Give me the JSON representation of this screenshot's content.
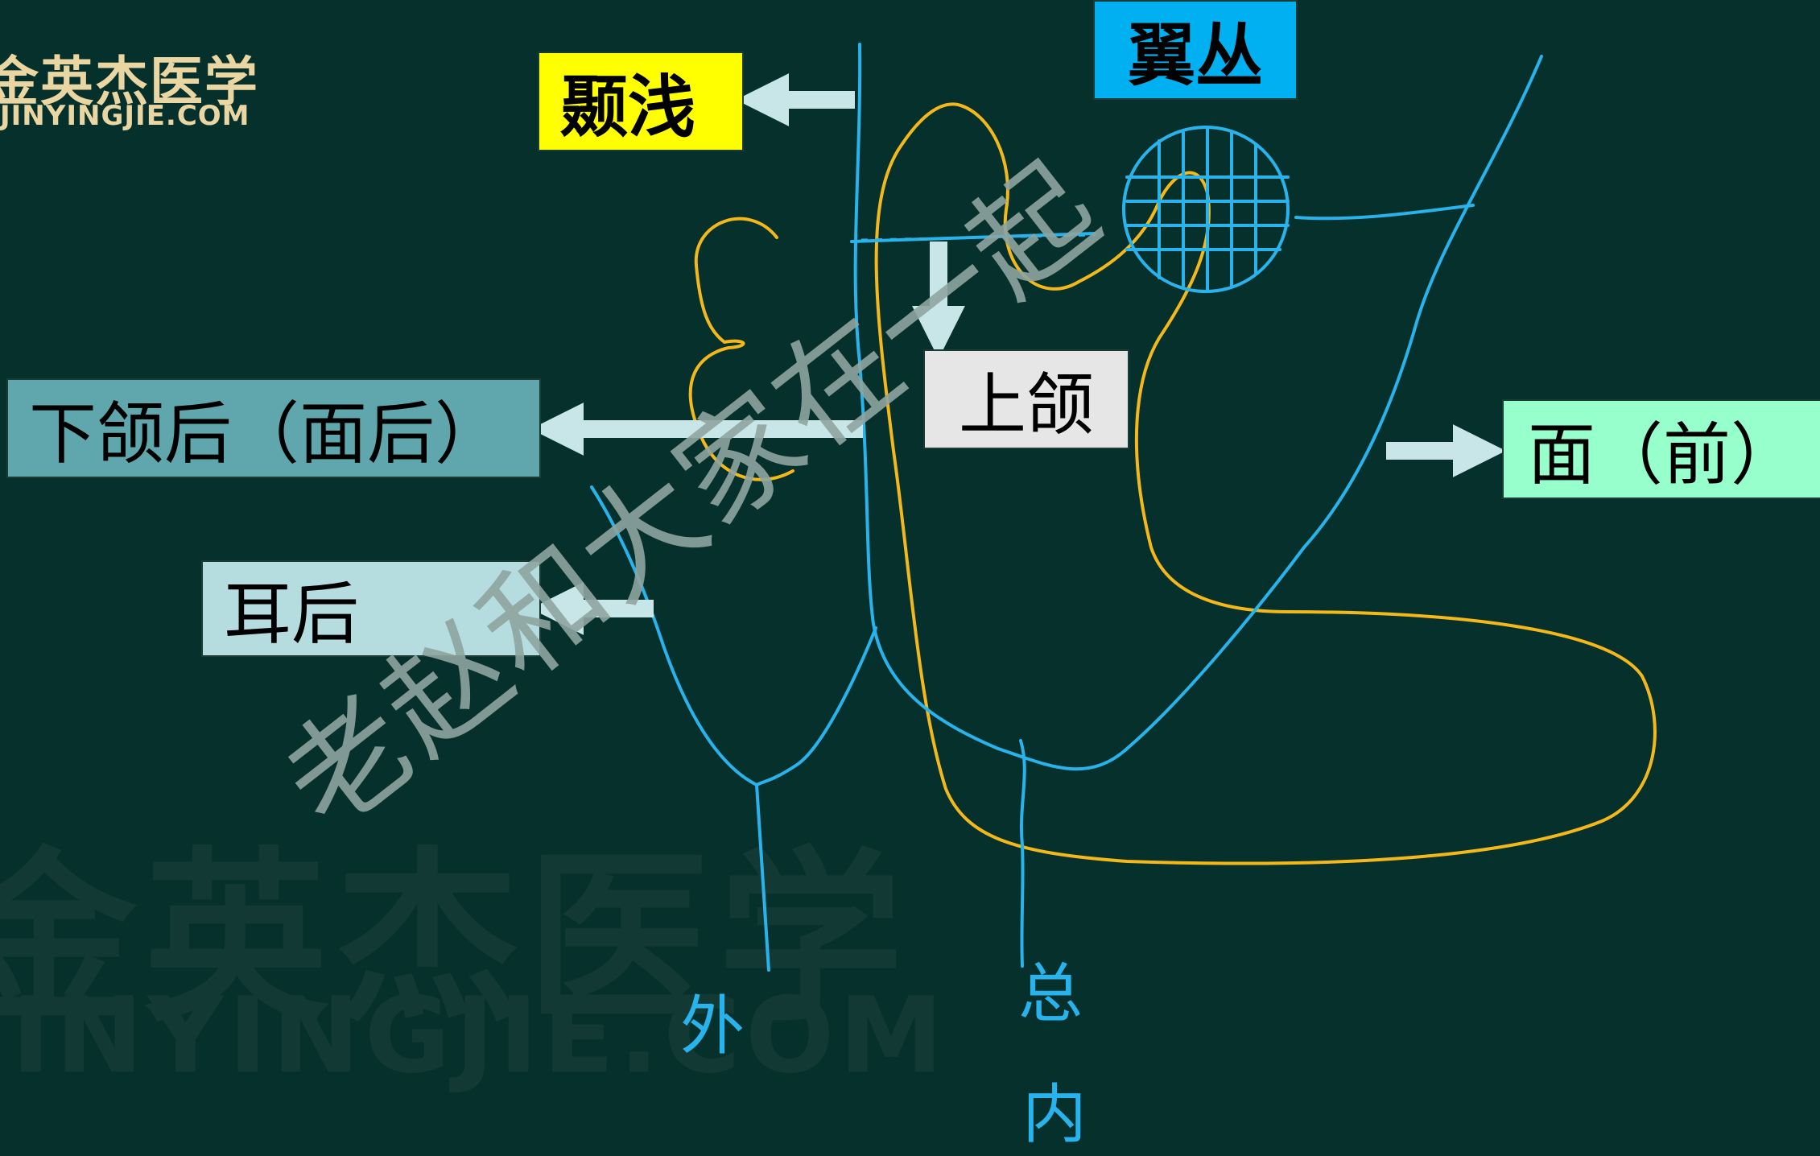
{
  "watermark_bg": {
    "cn": "金英杰医学",
    "en": "JINYINGJIE.COM"
  },
  "logo": {
    "cn": "金英杰医学",
    "en": "JINYINGJIE.COM"
  },
  "labels": {
    "niqian": "颞浅",
    "yicong": "翼丛",
    "shanghe": "上颌",
    "xiahe": "下颌后（面后）",
    "erhou": "耳后",
    "mian": "面（前）"
  },
  "annotations": {
    "wai": "外",
    "zong": "总",
    "nei": "内"
  },
  "diagonal_watermark": "老赵和大家在一起",
  "colors": {
    "background": "#06302b",
    "vein_line": "#29b3ec",
    "outline": "#f2b81c",
    "arrow": "#c8e6e8"
  }
}
